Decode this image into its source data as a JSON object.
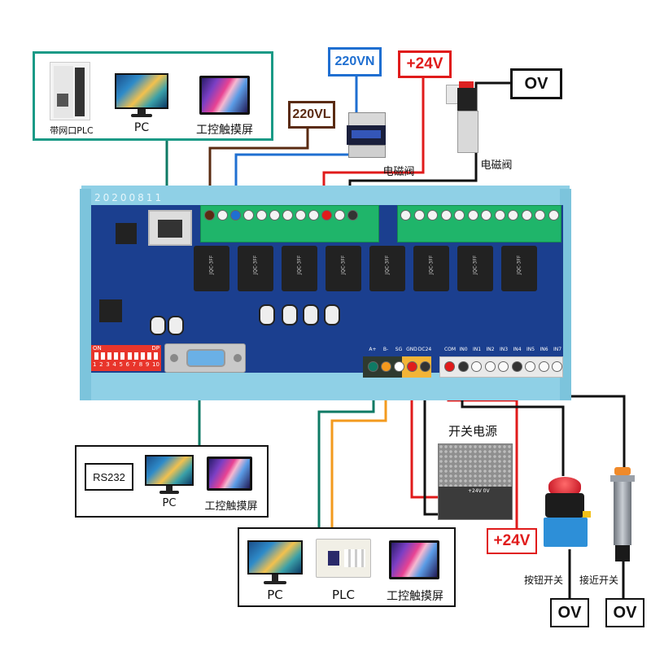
{
  "board": {
    "date_code": "20200811",
    "dip_switch": {
      "on_label": "ON",
      "dp_label": "DP",
      "positions": [
        "1",
        "2",
        "3",
        "4",
        "5",
        "6",
        "7",
        "8",
        "9",
        "10"
      ]
    },
    "relay_brand": "JQC-3FF",
    "relay_count": 8,
    "rs485_terminals": [
      "A+",
      "B-",
      "SG",
      "GND",
      "DC24"
    ],
    "input_terminals": [
      "COM",
      "IN0",
      "IN1",
      "IN2",
      "IN3",
      "IN4",
      "IN5",
      "IN6",
      "IN7"
    ]
  },
  "top_left_group": {
    "items": [
      {
        "label": "带网口PLC",
        "icon": "ethernet-plc-icon"
      },
      {
        "label": "PC",
        "icon": "monitor-icon"
      },
      {
        "label": "工控触摸屏",
        "icon": "touchscreen-icon"
      }
    ]
  },
  "top_tags": {
    "l220": "220VL",
    "n220": "220VN",
    "p24": "+24V",
    "ov": "OV"
  },
  "top_devices": {
    "contactor_label": "电磁阀",
    "valve_label": "电磁阀"
  },
  "rs232_group": {
    "tag": "RS232",
    "items": [
      {
        "label": "PC",
        "icon": "monitor-icon"
      },
      {
        "label": "工控触摸屏",
        "icon": "touchscreen-icon"
      }
    ]
  },
  "rs485_group": {
    "items": [
      {
        "label": "PC",
        "icon": "monitor-icon"
      },
      {
        "label": "PLC",
        "icon": "plc-icon"
      },
      {
        "label": "工控触摸屏",
        "icon": "touchscreen-icon"
      }
    ]
  },
  "power_supply": {
    "label": "开关电源",
    "terminal_text": "+24V 0V",
    "tag": "+24V"
  },
  "inputs": {
    "button_label": "按钮开关",
    "proximity_label": "接近开关",
    "button_ov": "OV",
    "proximity_ov": "OV"
  },
  "colors": {
    "teal": "#0e7a64",
    "brown": "#5a2b12",
    "blue": "#1f6fd1",
    "red": "#e01b1b",
    "black": "#111111",
    "orange": "#f39a1e",
    "board_blue": "#1b3f8f",
    "rail_blue": "#8fd0e6",
    "terminal_green": "#1fb56a"
  }
}
